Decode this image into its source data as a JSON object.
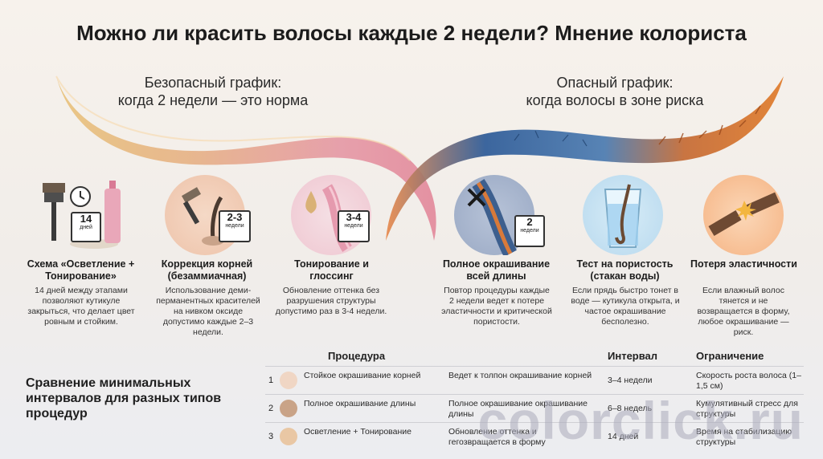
{
  "title": "Можно ли красить волосы каждые 2 недели? Мнение колориста",
  "safe_header": {
    "line1": "Безопасный график:",
    "line2": "когда 2 недели — это норма"
  },
  "danger_header": {
    "line1": "Опасный график:",
    "line2": "когда волосы в зоне риска"
  },
  "cards": [
    {
      "title": "Схема «Осветление + Тонирование»",
      "desc": "14 дней между этапами позволяют кутикуле закрыться, что делает цвет ровным и стойким.",
      "badge_big": "14",
      "badge_small": "дней"
    },
    {
      "title": "Коррекция корней (безаммиачная)",
      "desc": "Использование деми-перманентных красителей на нивком оксиде допустимо каждые 2–3 недели.",
      "badge_big": "2-3",
      "badge_small": "недели"
    },
    {
      "title": "Тонирование и глоссинг",
      "desc": "Обновление оттенка без разрушения структуры допустимо раз в 3-4 недели.",
      "badge_big": "3-4",
      "badge_small": "недели"
    },
    {
      "title": "Полное окрашивание всей длины",
      "desc": "Повтор процедуры каждые 2 недели ведет к потере эластичности и критической пористости.",
      "badge_big": "2",
      "badge_small": "недели"
    },
    {
      "title": "Тест на пористость (стакан воды)",
      "desc": "Если прядь быстро тонет в воде — кутикула открыта, и частое окрашивание бесполезно."
    },
    {
      "title": "Потеря эластичности",
      "desc": "Если влажный волос тянется и не возвращается в форму, любое окрашивание — риск."
    }
  ],
  "comparison_label": "Сравнение минимальных интервалов для разных типов процедур",
  "table": {
    "headers": {
      "procedure": "Процедура",
      "interval": "Интервал",
      "limit": "Ограничение"
    },
    "rows": [
      {
        "num": "1",
        "procedure": "Стойкое окрашивание корней",
        "effect": "Ведет к толпон окрашивание корней",
        "interval": "3–4 недели",
        "limit": "Скорость роста волоса (1–1,5 см)"
      },
      {
        "num": "2",
        "procedure": "Полное окрашивание длины",
        "effect": "Полное окрашивание окрашивание длины",
        "interval": "6–8 недель",
        "limit": "Кумулятивный стресс для структуры"
      },
      {
        "num": "3",
        "procedure": "Осветление + Тонирование",
        "effect": "Обновление оттенка и гегозвращается в форму",
        "interval": "14 дней",
        "limit": "Время на стабилизацию структуры"
      }
    ]
  },
  "watermark": "colorclick.ru",
  "colors": {
    "safe": "#e39aa6",
    "danger": "#2f5f9a",
    "rust": "#d8702e"
  },
  "icons": [
    "brush-icon",
    "clock-icon",
    "bottle-icon",
    "hair-root-icon",
    "drop-icon",
    "cross-icon",
    "water-glass-icon",
    "broken-hair-icon"
  ]
}
